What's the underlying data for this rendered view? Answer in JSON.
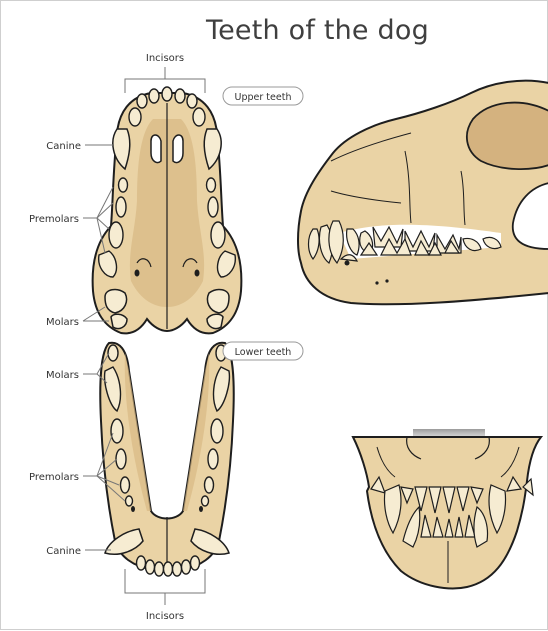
{
  "title": "Teeth of the dog",
  "labels": {
    "incisors_top": "Incisors",
    "canine_upper": "Canine",
    "premolars_upper": "Premolars",
    "molars_upper": "Molars",
    "upper_teeth": "Upper teeth",
    "lower_teeth": "Lower teeth",
    "molars_lower": "Molars",
    "premolars_lower": "Premolars",
    "canine_lower": "Canine",
    "incisors_bottom": "Incisors"
  },
  "colors": {
    "bone": "#ead3a5",
    "bone_dark": "#d8b985",
    "palate": "#c9aa78",
    "tooth": "#f6ecd2",
    "outline": "#1e1e1e",
    "leader": "#777777"
  }
}
